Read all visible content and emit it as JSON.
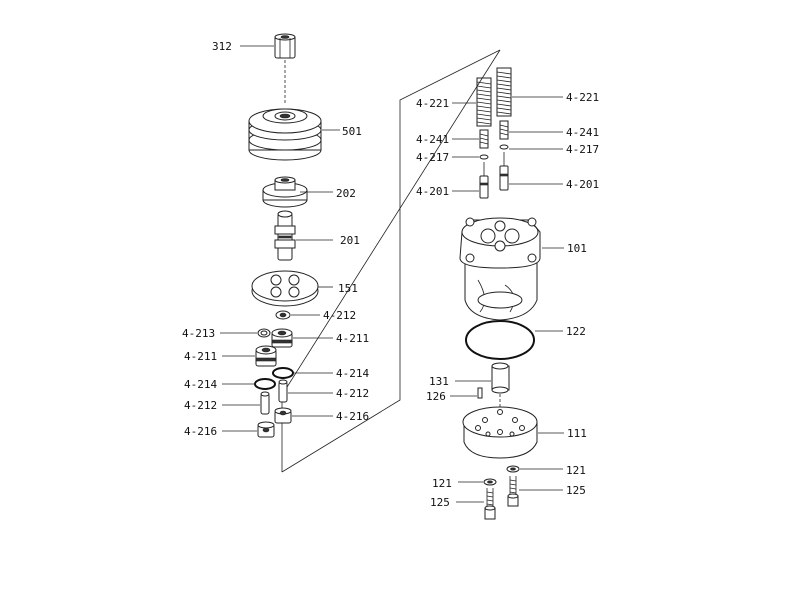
{
  "labels": {
    "l312": "312",
    "l501": "501",
    "l202": "202",
    "l201": "201",
    "l151": "151",
    "l4212a": "4-212",
    "l4213": "4-213",
    "l4211a": "4-211",
    "l4211b": "4-211",
    "l4214a": "4-214",
    "l4214b": "4-214",
    "l4212b": "4-212",
    "l4212c": "4-212",
    "l4216a": "4-216",
    "l4216b": "4-216",
    "l4221a": "4-221",
    "l4221b": "4-221",
    "l4241a": "4-241",
    "l4241b": "4-241",
    "l4217a": "4-217",
    "l4217b": "4-217",
    "l4201a": "4-201",
    "l4201b": "4-201",
    "l101": "101",
    "l122": "122",
    "l131": "131",
    "l126": "126",
    "l111": "111",
    "l121a": "121",
    "l121b": "121",
    "l125a": "125",
    "l125b": "125"
  }
}
